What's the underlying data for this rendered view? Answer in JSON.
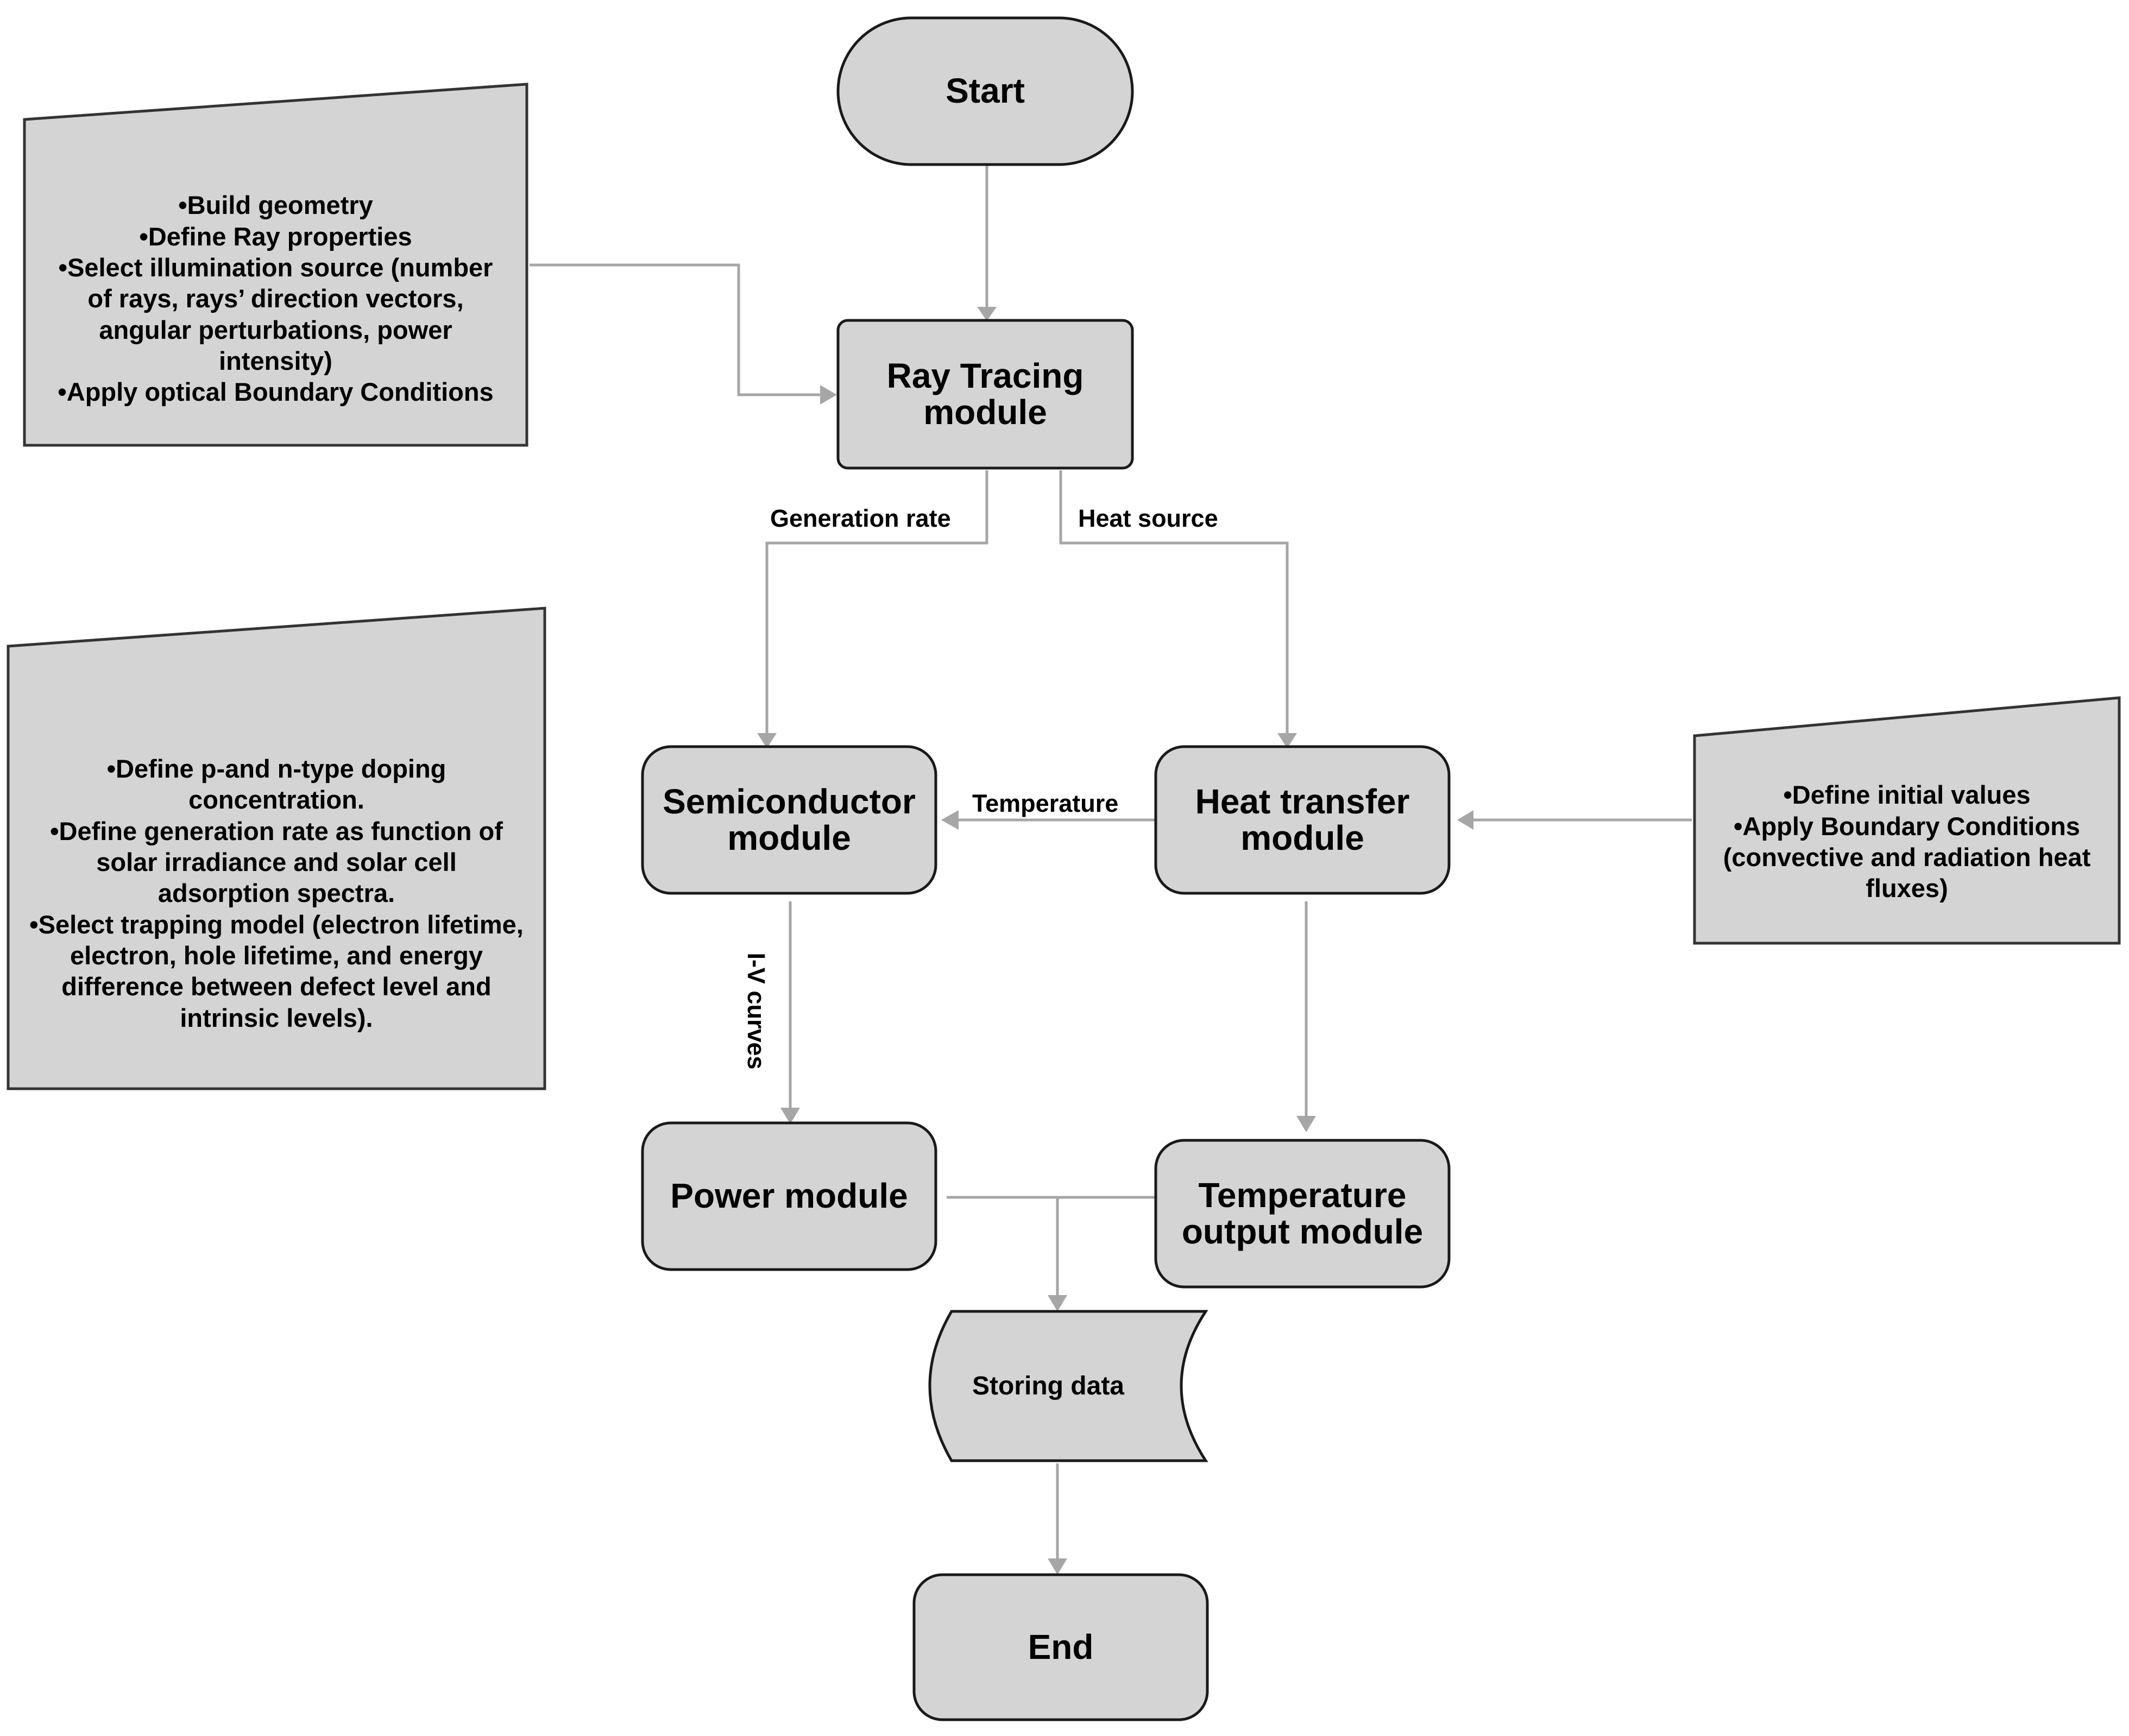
{
  "nodes": {
    "start": "Start",
    "ray_tracing": "Ray Tracing\nmodule",
    "semiconductor": "Semiconductor\nmodule",
    "heat_transfer": "Heat transfer\nmodule",
    "power": "Power module",
    "temperature_output": "Temperature\noutput module",
    "storing_data": "Storing data",
    "end": "End"
  },
  "notes": {
    "ray_setup": "•Build geometry\n•Define Ray properties\n•Select illumination source (number\nof rays, rays’ direction vectors,\nangular perturbations, power\nintensity)\n•Apply optical Boundary Conditions",
    "semiconductor_setup": "•Define p-and n-type doping\nconcentration.\n•Define generation rate as function of\nsolar irradiance and solar cell\nadsorption spectra.\n•Select trapping model (electron lifetime,\nelectron, hole lifetime, and energy\ndifference between defect level and\nintrinsic levels).",
    "heat_setup": "•Define initial values\n•Apply Boundary Conditions\n(convective and radiation heat\nfluxes)"
  },
  "edges": {
    "generation_rate": "Generation rate",
    "heat_source": "Heat source",
    "temperature": "Temperature",
    "iv_curves": "I-V curves"
  },
  "colors": {
    "shape_fill": "#d4d4d4",
    "shape_stroke": "#1a1a1a",
    "connector": "#a6a6a6",
    "text": "#000000"
  }
}
